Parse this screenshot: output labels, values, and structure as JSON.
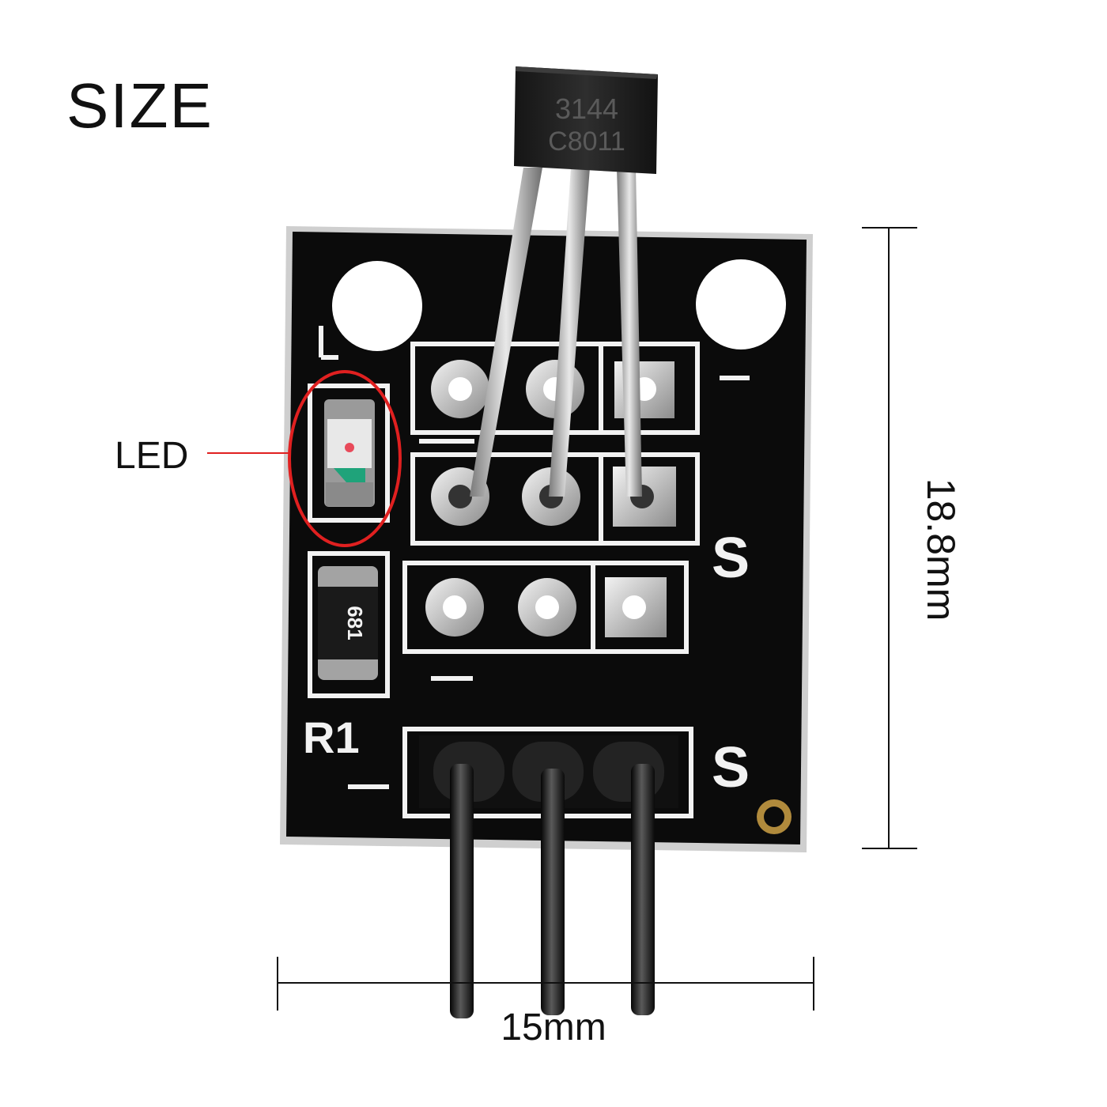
{
  "title": "SIZE",
  "callout": {
    "label": "LED",
    "color": "#e02020"
  },
  "dimensions": {
    "height": "18.8mm",
    "width": "15mm"
  },
  "sensor": {
    "marking_line1": "3144",
    "marking_line2": "C8011"
  },
  "pcb": {
    "resistor_code": "681",
    "silkscreen": {
      "r1": "R1",
      "l": "L",
      "s_upper": "S",
      "s_lower": "S",
      "minus": "–"
    }
  },
  "colors": {
    "board": "#0b0b0b",
    "board_edge": "#d8d8d8",
    "silkscreen": "#f2f2f2",
    "pads": "#c9c9c9",
    "pins": "#1a1a1a",
    "led_green": "#1fa37a",
    "gold_via": "#b08a3c"
  }
}
